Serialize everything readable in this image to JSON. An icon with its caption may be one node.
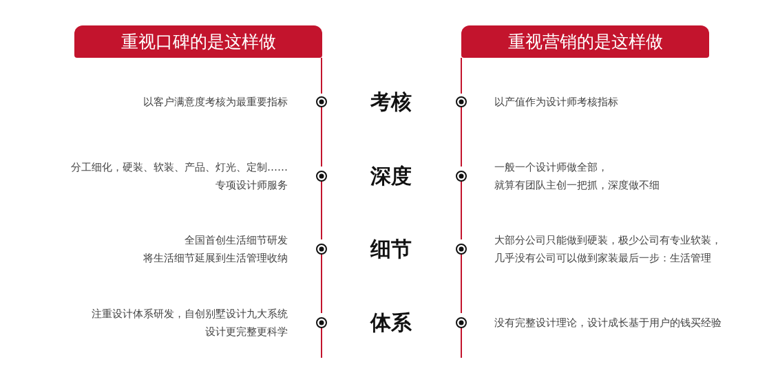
{
  "diagram": {
    "nodes": [
      {
        "text": [
          "重视口碑的是这样做"
        ]
      },
      {
        "text": [
          "重视营销的是这样做"
        ]
      }
    ],
    "labels": [
      "以客户满意度考核为最重要指标",
      "考核",
      "以产值作为设计师考核指标",
      "分工细化，硬装、软装、产品、灯光、定制……专项设计师服务",
      "深度",
      "一般一个设计师做全部，就算有团队主创一把抓，深度做不细",
      "全国首创生活细节研发将生活细节延展到生活管理收纳",
      "细节",
      "大部分公司只能做到硬装，极少公司有专业软装，几乎没有公司可以做到家装最后一步：生活管理",
      "注重设计体系研发，自创别墅设计九大系统设计更完整更科学",
      "体系",
      "没有完整设计理论，设计成长基于用户的钱买经验"
    ]
  }
}
